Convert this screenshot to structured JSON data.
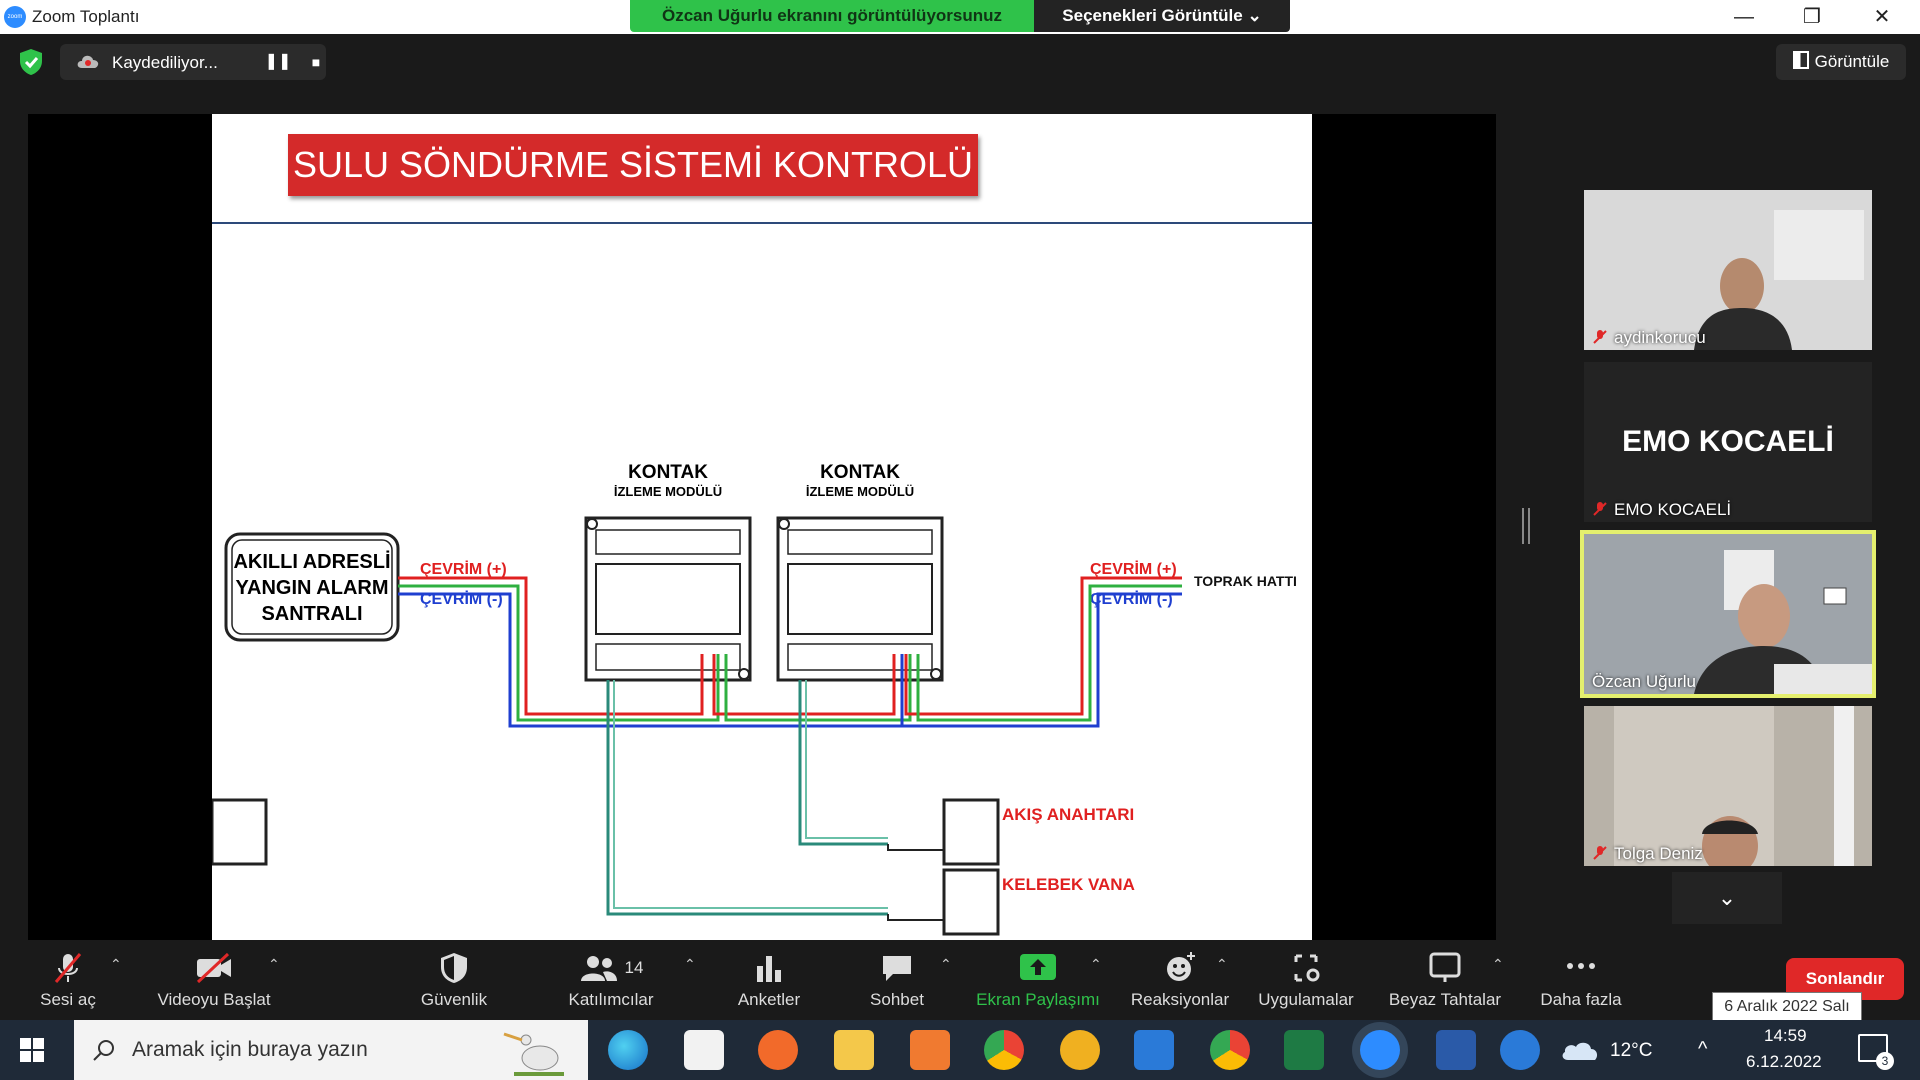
{
  "window": {
    "title": "Zoom Toplantı",
    "logo_text": "zoom",
    "share_banner": "Özcan Uğurlu ekranını görüntülüyorsunuz",
    "view_options": "Seçenekleri Görüntüle ⌄",
    "controls": [
      "—",
      "❐",
      "✕"
    ]
  },
  "recording": {
    "label": "Kaydediliyor...",
    "pause_glyph": "❚❚",
    "stop_glyph": "■"
  },
  "view_button": {
    "icon": "grid-icon",
    "label": "Görüntüle"
  },
  "slide": {
    "title": "SULU SÖNDÜRME SİSTEMİ KONTROLÜ",
    "panel_label": [
      "AKILLI ADRESLİ",
      "YANGIN ALARM",
      "SANTRALI"
    ],
    "module1_label": [
      "KONTAK",
      "İZLEME MODÜLÜ"
    ],
    "module2_label": [
      "KONTAK",
      "İZLEME MODÜLÜ"
    ],
    "loop_plus": "ÇEVRİM (+)",
    "loop_minus": "ÇEVRİM (-)",
    "ground_line": "TOPRAK HATTI",
    "flow_switch": "AKIŞ ANAHTARI",
    "butterfly_valve": "KELEBEK VANA"
  },
  "participants": [
    {
      "name": "aydinkorucu",
      "muted": true
    },
    {
      "name": "EMO KOCAELİ",
      "big_label": "EMO KOCAELİ",
      "muted": true
    },
    {
      "name": "Özcan Uğurlu",
      "muted": false,
      "active": true
    },
    {
      "name": "Tolga Deniz",
      "muted": true
    }
  ],
  "participants_scroll": "⌄",
  "toolbar": {
    "mute": "Sesi aç",
    "video": "Videoyu Başlat",
    "security": "Güvenlik",
    "participants": "Katılımcılar",
    "participants_count": "14",
    "polls": "Anketler",
    "chat": "Sohbet",
    "share": "Ekran Paylaşımı",
    "reactions": "Reaksiyonlar",
    "apps": "Uygulamalar",
    "whiteboards": "Beyaz Tahtalar",
    "more": "Daha fazla",
    "caret": "⌃",
    "end": "Sonlandır",
    "accent": "#2fc24a",
    "end_color": "#e02828"
  },
  "date_tooltip": "6 Aralık 2022 Salı",
  "taskbar": {
    "search_placeholder": "Aramak için buraya yazın",
    "weather": "12°C",
    "tray_arrow": "^",
    "time": "14:59",
    "date": "6.12.2022",
    "notifications": "3",
    "apps": [
      "edge-icon",
      "store-icon",
      "app-icon",
      "explorer-icon",
      "app-icon",
      "chrome-icon",
      "vpn-icon",
      "mail-icon",
      "chrome-icon",
      "excel-icon",
      "zoom-icon",
      "word-icon",
      "help-icon"
    ]
  }
}
